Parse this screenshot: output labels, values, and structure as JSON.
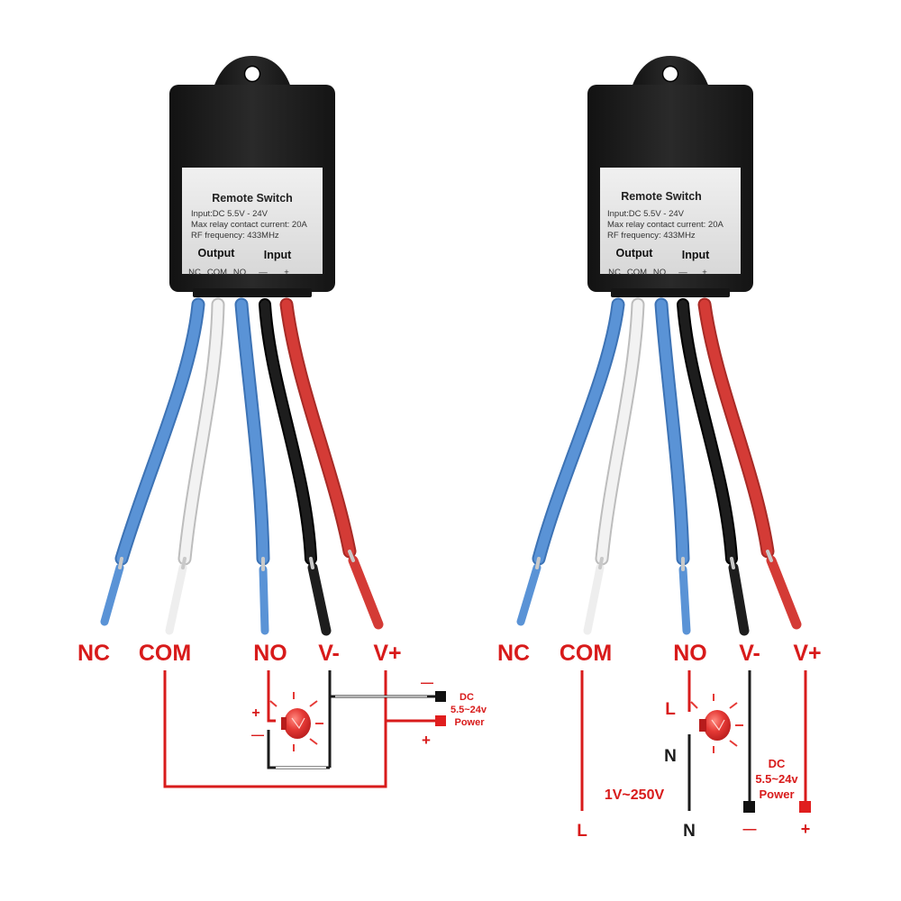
{
  "modules": [
    {
      "label_title": "Remote Switch",
      "spec_lines": [
        "Input:DC 5.5V - 24V",
        "Max relay contact current: 20A",
        "RF frequency:  433MHz"
      ],
      "output_label": "Output",
      "input_label": "Input",
      "terminals": [
        "NC",
        "COM",
        "NO",
        "—",
        "+"
      ]
    },
    {
      "label_title": "Remote Switch",
      "spec_lines": [
        "Input:DC 5.5V - 24V",
        "Max relay contact current: 20A",
        "RF frequency:  433MHz"
      ],
      "output_label": "Output",
      "input_label": "Input",
      "terminals": [
        "NC",
        "COM",
        "NO",
        "—",
        "+"
      ]
    }
  ],
  "wire_labels": {
    "left": [
      "NC",
      "COM",
      "NO",
      "V-",
      "V+"
    ],
    "right": [
      "NC",
      "COM",
      "NO",
      "V-",
      "V+"
    ]
  },
  "left_diagram": {
    "lamp_plus": "+",
    "lamp_minus": "—",
    "power_minus": "—",
    "power_plus": "+",
    "power_label_lines": [
      "DC",
      "5.5~24v",
      "Power"
    ]
  },
  "right_diagram": {
    "L_top": "L",
    "N_mid": "N",
    "ac_voltage": "1V~250V",
    "L_bottom": "L",
    "N_bottom": "N",
    "power_label_lines": [
      "DC",
      "5.5~24v",
      "Power"
    ],
    "power_minus": "—",
    "power_plus": "+"
  },
  "colors": {
    "red": "#d81b1b",
    "blue_wire": "#5a93d6",
    "white_wire": "#efefef",
    "black_wire": "#1d1d1d",
    "red_wire": "#d43b36",
    "module_body": "#1e1e1e",
    "label_bg": "#e6e6e6"
  }
}
